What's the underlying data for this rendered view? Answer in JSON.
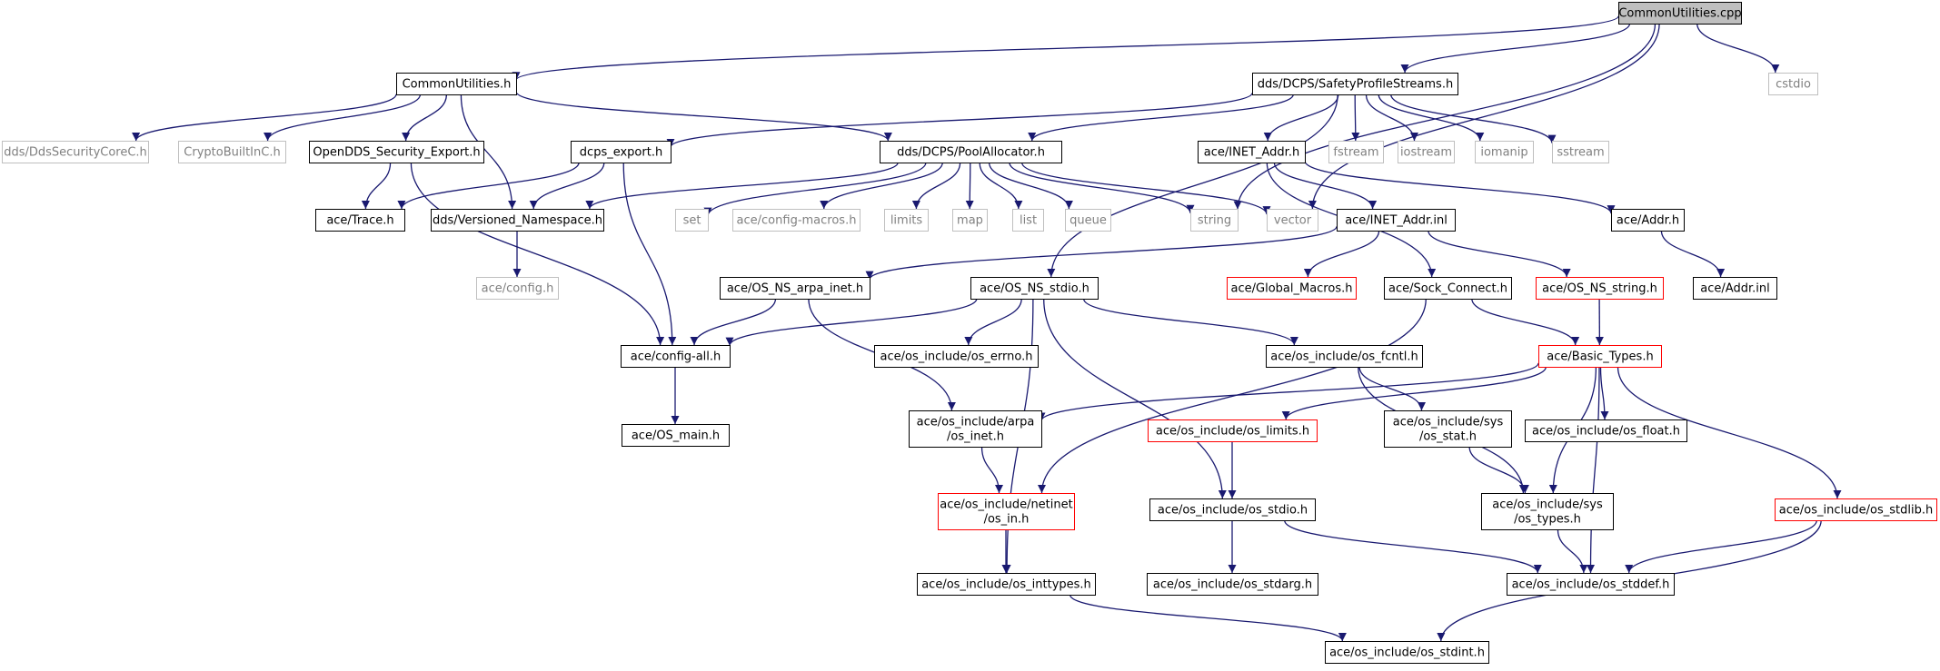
{
  "colors": {
    "edge": "#191970",
    "box_normal": "#000000",
    "box_missing": "#bfbfbf",
    "box_truncated": "#ff0000",
    "box_root_fill": "#bfbfbf",
    "text_normal": "#000000",
    "text_missing": "#808080"
  },
  "nodes": [
    {
      "id": "n_cu_cpp",
      "label": "CommonUtilities.cpp",
      "kind": "root"
    },
    {
      "id": "n_cu_h",
      "label": "CommonUtilities.h",
      "kind": "normal"
    },
    {
      "id": "n_sps",
      "label": "dds/DCPS/SafetyProfileStreams.h",
      "kind": "normal"
    },
    {
      "id": "n_cstdio",
      "label": "cstdio",
      "kind": "missing"
    },
    {
      "id": "n_ddssec",
      "label": "dds/DdsSecurityCoreC.h",
      "kind": "missing"
    },
    {
      "id": "n_crypto",
      "label": "CryptoBuiltInC.h",
      "kind": "missing"
    },
    {
      "id": "n_osec",
      "label": "OpenDDS_Security_Export.h",
      "kind": "normal"
    },
    {
      "id": "n_dcps_export",
      "label": "dcps_export.h",
      "kind": "normal"
    },
    {
      "id": "n_pool",
      "label": "dds/DCPS/PoolAllocator.h",
      "kind": "normal"
    },
    {
      "id": "n_inet",
      "label": "ace/INET_Addr.h",
      "kind": "normal"
    },
    {
      "id": "n_fstream",
      "label": "fstream",
      "kind": "missing"
    },
    {
      "id": "n_iostream",
      "label": "iostream",
      "kind": "missing"
    },
    {
      "id": "n_iomanip",
      "label": "iomanip",
      "kind": "missing"
    },
    {
      "id": "n_sstream",
      "label": "sstream",
      "kind": "missing"
    },
    {
      "id": "n_trace",
      "label": "ace/Trace.h",
      "kind": "normal"
    },
    {
      "id": "n_vns",
      "label": "dds/Versioned_Namespace.h",
      "kind": "normal"
    },
    {
      "id": "n_set",
      "label": "set",
      "kind": "missing"
    },
    {
      "id": "n_cfgmac",
      "label": "ace/config-macros.h",
      "kind": "missing"
    },
    {
      "id": "n_limits",
      "label": "limits",
      "kind": "missing"
    },
    {
      "id": "n_map",
      "label": "map",
      "kind": "missing"
    },
    {
      "id": "n_list",
      "label": "list",
      "kind": "missing"
    },
    {
      "id": "n_queue",
      "label": "queue",
      "kind": "missing"
    },
    {
      "id": "n_string",
      "label": "string",
      "kind": "missing"
    },
    {
      "id": "n_vector",
      "label": "vector",
      "kind": "missing"
    },
    {
      "id": "n_inet_inl",
      "label": "ace/INET_Addr.inl",
      "kind": "normal"
    },
    {
      "id": "n_addr",
      "label": "ace/Addr.h",
      "kind": "normal"
    },
    {
      "id": "n_addr_inl",
      "label": "ace/Addr.inl",
      "kind": "normal"
    },
    {
      "id": "n_config",
      "label": "ace/config.h",
      "kind": "missing"
    },
    {
      "id": "n_arpa_inet",
      "label": "ace/OS_NS_arpa_inet.h",
      "kind": "normal"
    },
    {
      "id": "n_ns_stdio",
      "label": "ace/OS_NS_stdio.h",
      "kind": "normal"
    },
    {
      "id": "n_glob",
      "label": "ace/Global_Macros.h",
      "kind": "truncated"
    },
    {
      "id": "n_sock",
      "label": "ace/Sock_Connect.h",
      "kind": "normal"
    },
    {
      "id": "n_ns_string",
      "label": "ace/OS_NS_string.h",
      "kind": "truncated"
    },
    {
      "id": "n_cfgall",
      "label": "ace/config-all.h",
      "kind": "normal"
    },
    {
      "id": "n_errno",
      "label": "ace/os_include/os_errno.h",
      "kind": "normal"
    },
    {
      "id": "n_fcntl",
      "label": "ace/os_include/os_fcntl.h",
      "kind": "normal"
    },
    {
      "id": "n_basic",
      "label": "ace/Basic_Types.h",
      "kind": "truncated"
    },
    {
      "id": "n_osmain",
      "label": "ace/OS_main.h",
      "kind": "normal"
    },
    {
      "id": "n_osinet",
      "label": [
        "ace/os_include/arpa",
        "/os_inet.h"
      ],
      "kind": "normal"
    },
    {
      "id": "n_oslimits",
      "label": "ace/os_include/os_limits.h",
      "kind": "truncated"
    },
    {
      "id": "n_osstat",
      "label": [
        "ace/os_include/sys",
        "/os_stat.h"
      ],
      "kind": "normal"
    },
    {
      "id": "n_osfloat",
      "label": "ace/os_include/os_float.h",
      "kind": "normal"
    },
    {
      "id": "n_osin",
      "label": [
        "ace/os_include/netinet",
        "/os_in.h"
      ],
      "kind": "truncated"
    },
    {
      "id": "n_osstdio",
      "label": "ace/os_include/os_stdio.h",
      "kind": "normal"
    },
    {
      "id": "n_ostypes",
      "label": [
        "ace/os_include/sys",
        "/os_types.h"
      ],
      "kind": "normal"
    },
    {
      "id": "n_osstdlib",
      "label": "ace/os_include/os_stdlib.h",
      "kind": "truncated"
    },
    {
      "id": "n_osinttypes",
      "label": "ace/os_include/os_inttypes.h",
      "kind": "normal"
    },
    {
      "id": "n_osstdarg",
      "label": "ace/os_include/os_stdarg.h",
      "kind": "normal"
    },
    {
      "id": "n_osstddef",
      "label": "ace/os_include/os_stddef.h",
      "kind": "normal"
    },
    {
      "id": "n_osstdint",
      "label": "ace/os_include/os_stdint.h",
      "kind": "normal"
    }
  ],
  "edges": [
    [
      "n_cu_cpp",
      "n_cu_h"
    ],
    [
      "n_cu_cpp",
      "n_sps"
    ],
    [
      "n_cu_cpp",
      "n_cstdio"
    ],
    [
      "n_cu_cpp",
      "n_string"
    ],
    [
      "n_cu_cpp",
      "n_vector"
    ],
    [
      "n_cu_h",
      "n_ddssec"
    ],
    [
      "n_cu_h",
      "n_crypto"
    ],
    [
      "n_cu_h",
      "n_osec"
    ],
    [
      "n_cu_h",
      "n_vns"
    ],
    [
      "n_cu_h",
      "n_pool"
    ],
    [
      "n_osec",
      "n_trace"
    ],
    [
      "n_osec",
      "n_cfgall"
    ],
    [
      "n_sps",
      "n_dcps_export"
    ],
    [
      "n_sps",
      "n_pool"
    ],
    [
      "n_sps",
      "n_ns_stdio"
    ],
    [
      "n_sps",
      "n_inet"
    ],
    [
      "n_sps",
      "n_fstream"
    ],
    [
      "n_sps",
      "n_iostream"
    ],
    [
      "n_sps",
      "n_iomanip"
    ],
    [
      "n_sps",
      "n_sstream"
    ],
    [
      "n_dcps_export",
      "n_trace"
    ],
    [
      "n_dcps_export",
      "n_vns"
    ],
    [
      "n_dcps_export",
      "n_cfgall"
    ],
    [
      "n_pool",
      "n_vns"
    ],
    [
      "n_pool",
      "n_set"
    ],
    [
      "n_pool",
      "n_cfgmac"
    ],
    [
      "n_pool",
      "n_limits"
    ],
    [
      "n_pool",
      "n_map"
    ],
    [
      "n_pool",
      "n_list"
    ],
    [
      "n_pool",
      "n_queue"
    ],
    [
      "n_pool",
      "n_string"
    ],
    [
      "n_pool",
      "n_vector"
    ],
    [
      "n_vns",
      "n_config"
    ],
    [
      "n_inet",
      "n_inet_inl"
    ],
    [
      "n_inet",
      "n_addr"
    ],
    [
      "n_inet",
      "n_sock"
    ],
    [
      "n_addr",
      "n_addr_inl"
    ],
    [
      "n_inet_inl",
      "n_arpa_inet"
    ],
    [
      "n_inet_inl",
      "n_glob"
    ],
    [
      "n_inet_inl",
      "n_ns_string"
    ],
    [
      "n_arpa_inet",
      "n_cfgall"
    ],
    [
      "n_arpa_inet",
      "n_osinet"
    ],
    [
      "n_ns_stdio",
      "n_cfgall"
    ],
    [
      "n_ns_stdio",
      "n_errno"
    ],
    [
      "n_ns_stdio",
      "n_fcntl"
    ],
    [
      "n_ns_stdio",
      "n_osstdio"
    ],
    [
      "n_ns_stdio",
      "n_osinttypes"
    ],
    [
      "n_sock",
      "n_basic"
    ],
    [
      "n_sock",
      "n_osin"
    ],
    [
      "n_ns_string",
      "n_basic"
    ],
    [
      "n_cfgall",
      "n_osmain"
    ],
    [
      "n_fcntl",
      "n_osstat"
    ],
    [
      "n_fcntl",
      "n_ostypes"
    ],
    [
      "n_basic",
      "n_osinet"
    ],
    [
      "n_basic",
      "n_oslimits"
    ],
    [
      "n_basic",
      "n_osfloat"
    ],
    [
      "n_basic",
      "n_ostypes"
    ],
    [
      "n_basic",
      "n_osstdlib"
    ],
    [
      "n_basic",
      "n_osstddef"
    ],
    [
      "n_osinet",
      "n_osin"
    ],
    [
      "n_oslimits",
      "n_osstdio"
    ],
    [
      "n_osstat",
      "n_ostypes"
    ],
    [
      "n_osin",
      "n_osinttypes"
    ],
    [
      "n_osstdio",
      "n_osstdarg"
    ],
    [
      "n_osstdio",
      "n_osstddef"
    ],
    [
      "n_ostypes",
      "n_osstddef"
    ],
    [
      "n_osstdlib",
      "n_osstddef"
    ],
    [
      "n_osstdlib",
      "n_osstdint"
    ],
    [
      "n_osinttypes",
      "n_osstdint"
    ]
  ]
}
